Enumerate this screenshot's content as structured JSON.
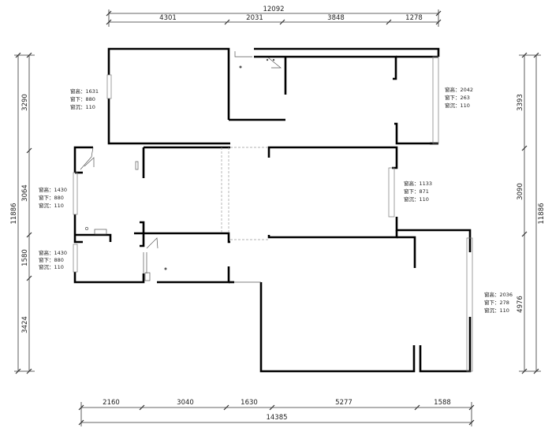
{
  "dimensions": {
    "top_total": "12092",
    "top_segments": [
      "4301",
      "2031",
      "3848",
      "1278"
    ],
    "bottom_segments": [
      "2160",
      "3040",
      "1630",
      "5277",
      "1588"
    ],
    "bottom_total": "14385",
    "left_total": "11886",
    "left_segments": [
      "3290",
      "3064",
      "1580",
      "3424"
    ],
    "right_total": "11886",
    "right_segments": [
      "3393",
      "3090",
      "4976"
    ]
  },
  "window_notes": [
    [
      "窗高：1631",
      "窗下：880",
      "窗沉：110"
    ],
    [
      "窗高：1430",
      "窗下：880",
      "窗沉：110"
    ],
    [
      "窗高：1430",
      "窗下：880",
      "窗沉：110"
    ],
    [
      "窗高：2042",
      "窗下：263",
      "窗沉：110"
    ],
    [
      "窗高：1133",
      "窗下：871",
      "窗沉：110"
    ],
    [
      "窗高：2036",
      "窗下：278",
      "窗沉：110"
    ]
  ]
}
